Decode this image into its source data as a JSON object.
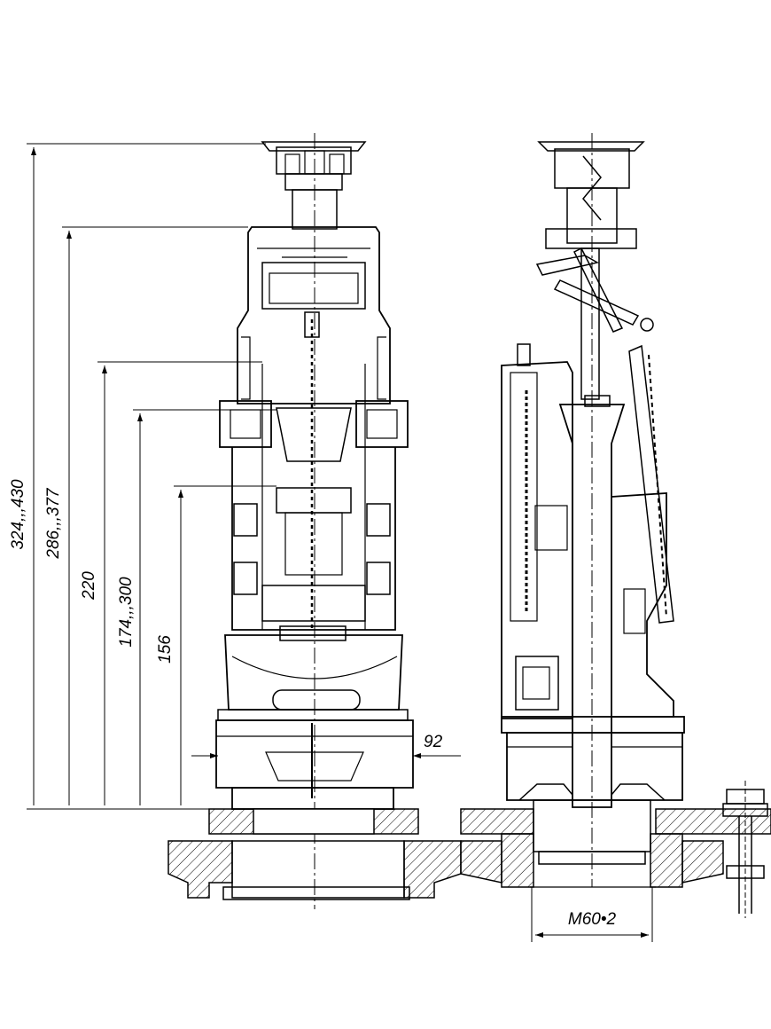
{
  "drawing": {
    "dimensions": {
      "overall_height": "324,,,430",
      "body_height": "286,,,377",
      "float_height": "220",
      "clamp_height": "174,,,300",
      "lower_clamp_height": "156",
      "outlet_gap": "92",
      "thread": "M60•2"
    }
  },
  "colors": {
    "line": "#000000",
    "background": "#ffffff"
  }
}
